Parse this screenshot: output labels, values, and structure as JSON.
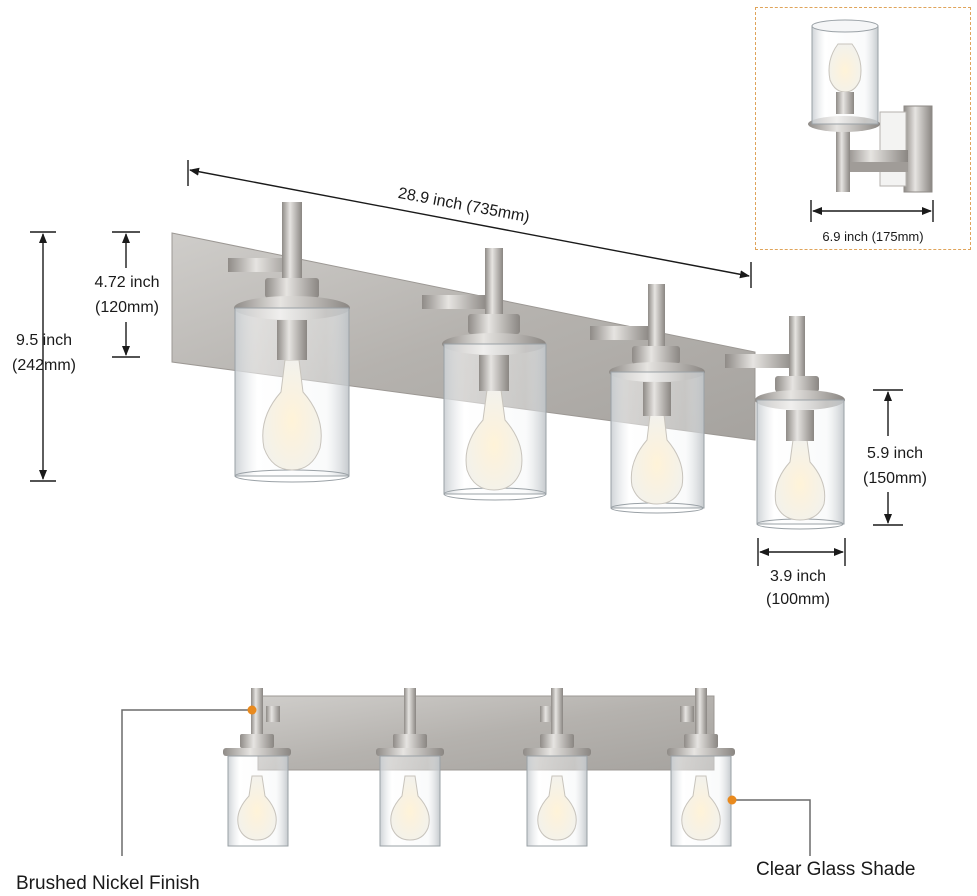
{
  "dimensions": {
    "total_width": "28.9 inch (735mm)",
    "height_line1": "9.5 inch",
    "height_line2": "(242mm)",
    "spacing_line1": "4.72 inch",
    "spacing_line2": "(120mm)",
    "shade_height_line1": "5.9 inch",
    "shade_height_line2": "(150mm)",
    "shade_width_line1": "3.9 inch",
    "shade_width_line2": "(100mm)",
    "extension": "6.9 inch (175mm)"
  },
  "callouts": {
    "finish": "Brushed Nickel  Finish",
    "shade": "Clear Glass Shade"
  },
  "colors": {
    "nickel": "#b9b6b2",
    "nickel_dark": "#8e8a86",
    "glass": "#dfe3e6",
    "accent": "#e98a1e",
    "inset_border": "#e0a45a"
  }
}
